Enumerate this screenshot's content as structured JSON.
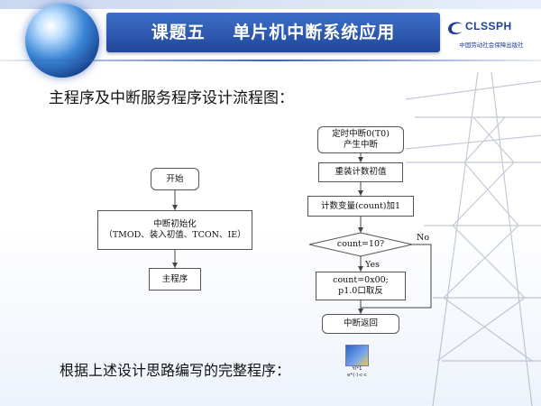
{
  "header": {
    "title": "课题五    单片机中断系统应用",
    "logo_text": "CLSSPH",
    "logo_subtitle": "中国劳动社会保障出版社"
  },
  "heading": "主程序及中断服务程序设计流程图：",
  "footer": {
    "text": "根据上述设计思路编写的完整程序：",
    "file_label_line1": "Yi*1",
    "file_label_line2": "e*(·)·c·c"
  },
  "flowchart_main": {
    "start": "开始",
    "init_line1": "中断初始化",
    "init_line2": "（TMOD、装入初值、TCON、IE）",
    "main_program": "主程序"
  },
  "flowchart_isr": {
    "trigger_line1": "定时中断0(T0)",
    "trigger_line2": "产生中断",
    "reload": "重装计数初值",
    "increment": "计数变量(count)加1",
    "decision": "count=10?",
    "yes_label": "Yes",
    "no_label": "No",
    "action_line1": "count=0x00;",
    "action_line2": "p1.0口取反",
    "return": "中断返回"
  }
}
